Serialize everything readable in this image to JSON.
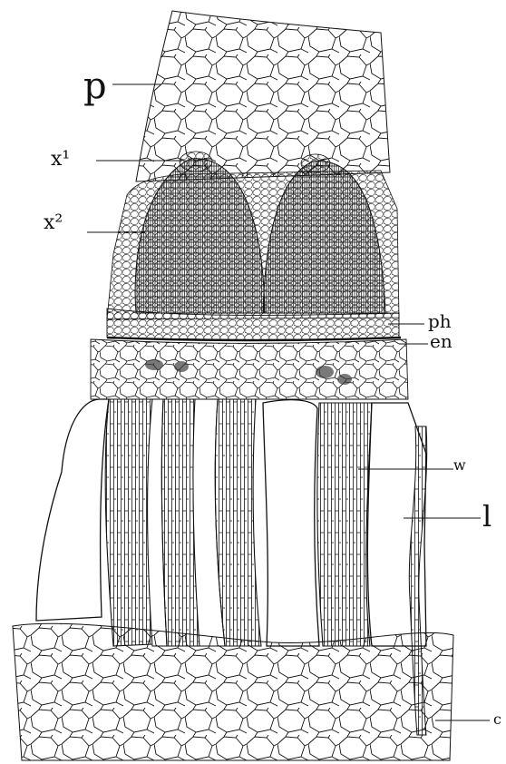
{
  "labels": {
    "p": "p",
    "x1": "x¹",
    "x2": "x²",
    "ph": "ph",
    "en": "en",
    "w": "w",
    "l": "l",
    "c": "c"
  },
  "colors": {
    "ink": "#111111",
    "paper": "#ffffff"
  }
}
